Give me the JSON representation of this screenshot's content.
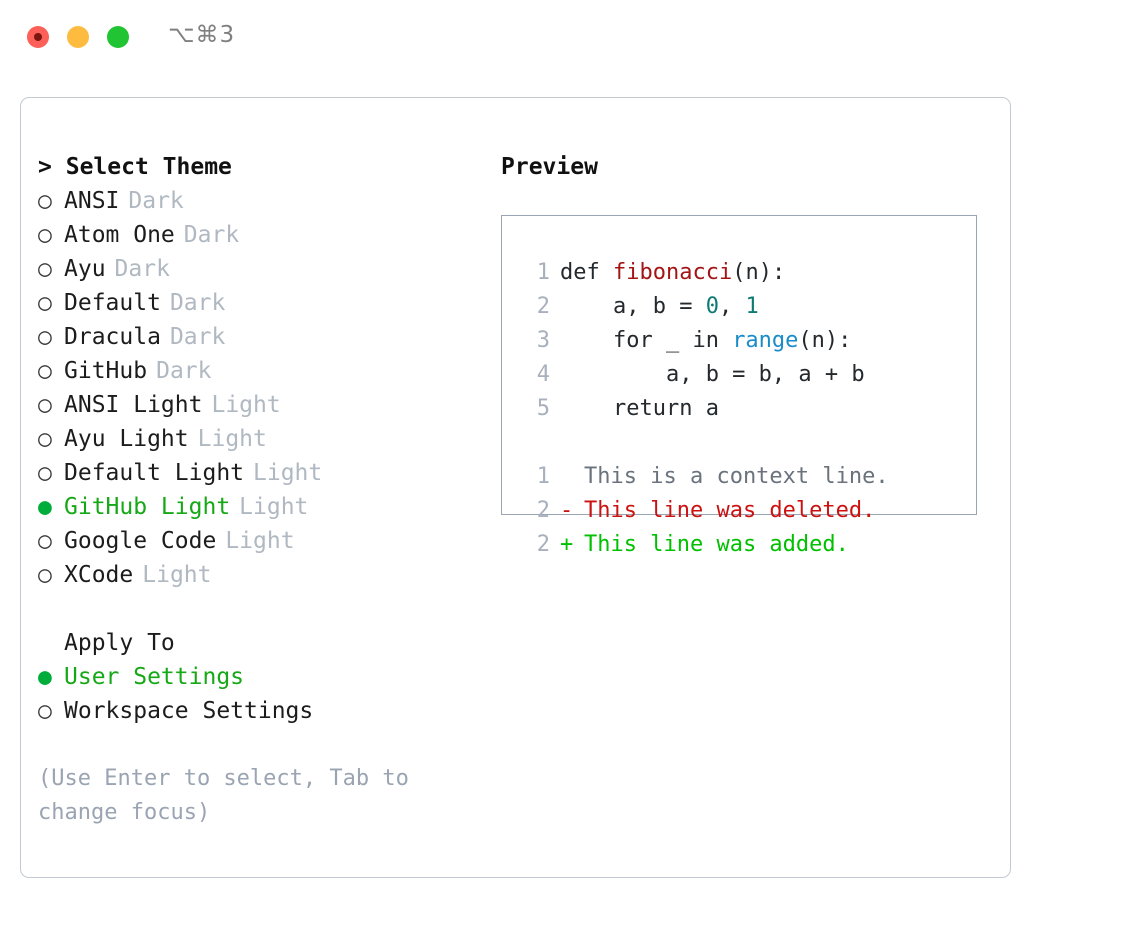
{
  "titlebar": {
    "shortcut": "⌥⌘3",
    "buttons": [
      {
        "name": "close",
        "color": "#fc6058"
      },
      {
        "name": "minimize",
        "color": "#fdbc40"
      },
      {
        "name": "zoom",
        "color": "#21c432"
      }
    ]
  },
  "theme_panel": {
    "heading_caret": ">",
    "heading": "Select Theme",
    "bullet_unselected": "○",
    "bullet_selected": "●",
    "options": [
      {
        "label": "ANSI",
        "tag": "Dark",
        "selected": false
      },
      {
        "label": "Atom One",
        "tag": "Dark",
        "selected": false
      },
      {
        "label": "Ayu",
        "tag": "Dark",
        "selected": false
      },
      {
        "label": "Default",
        "tag": "Dark",
        "selected": false
      },
      {
        "label": "Dracula",
        "tag": "Dark",
        "selected": false
      },
      {
        "label": "GitHub",
        "tag": "Dark",
        "selected": false
      },
      {
        "label": "ANSI Light",
        "tag": "Light",
        "selected": false
      },
      {
        "label": "Ayu Light",
        "tag": "Light",
        "selected": false
      },
      {
        "label": "Default Light",
        "tag": "Light",
        "selected": false
      },
      {
        "label": "GitHub Light",
        "tag": "Light",
        "selected": true
      },
      {
        "label": "Google Code",
        "tag": "Light",
        "selected": false
      },
      {
        "label": "XCode",
        "tag": "Light",
        "selected": false
      }
    ]
  },
  "apply_to": {
    "heading": "Apply To",
    "options": [
      {
        "label": "User Settings",
        "selected": true
      },
      {
        "label": "Workspace Settings",
        "selected": false
      }
    ]
  },
  "hint": "(Use Enter to select, Tab to change focus)",
  "preview": {
    "heading": "Preview",
    "code_lines": [
      {
        "number": "1",
        "tokens": [
          {
            "text": "def ",
            "kind": "plain"
          },
          {
            "text": "fibonacci",
            "kind": "fn"
          },
          {
            "text": "(n):",
            "kind": "plain"
          }
        ]
      },
      {
        "number": "2",
        "tokens": [
          {
            "text": "    a, b = ",
            "kind": "plain"
          },
          {
            "text": "0",
            "kind": "num"
          },
          {
            "text": ", ",
            "kind": "plain"
          },
          {
            "text": "1",
            "kind": "num"
          }
        ]
      },
      {
        "number": "3",
        "tokens": [
          {
            "text": "    for _ in ",
            "kind": "plain"
          },
          {
            "text": "range",
            "kind": "kw"
          },
          {
            "text": "(n):",
            "kind": "plain"
          }
        ]
      },
      {
        "number": "4",
        "tokens": [
          {
            "text": "        a, b = b, a + b",
            "kind": "plain"
          }
        ]
      },
      {
        "number": "5",
        "tokens": [
          {
            "text": "    return a",
            "kind": "plain"
          }
        ]
      }
    ],
    "diff_lines": [
      {
        "number": "1",
        "marker": " ",
        "text": "This is a context line.",
        "kind": "context"
      },
      {
        "number": "2",
        "marker": "-",
        "text": "This line was deleted.",
        "kind": "deleted"
      },
      {
        "number": "2",
        "marker": "+",
        "text": "This line was added.",
        "kind": "added"
      }
    ]
  },
  "colors": {
    "selected_green": "#16a816",
    "bullet_green": "#00ad3a",
    "tag_grey": "#b0b8c2",
    "hint_grey": "#9aa4b2",
    "line_number": "#a8b0bd",
    "function_red": "#a31515",
    "keyword_blue": "#1a8cc8",
    "number_teal": "#0d7a74",
    "diff_context": "#6a737d",
    "diff_deleted": "#cc1111",
    "diff_added": "#00c000",
    "panel_border": "#c3cad4",
    "preview_border": "#9aa5b4"
  }
}
